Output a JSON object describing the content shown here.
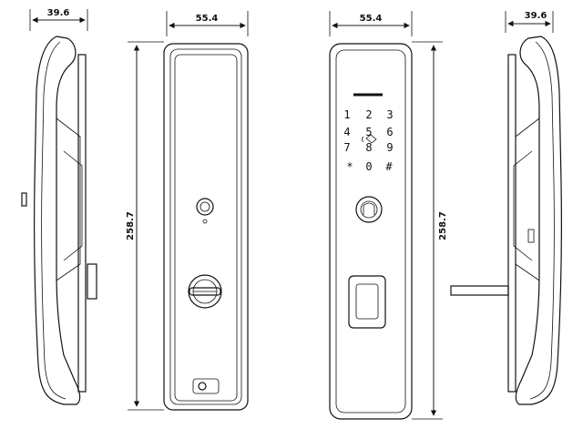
{
  "dimensions": {
    "left_side_depth": "39.6",
    "back_width": "55.4",
    "back_height": "258.7",
    "front_width": "55.4",
    "front_height": "258.7",
    "right_side_depth": "39.6"
  },
  "keypad": {
    "keys": [
      "1",
      "2",
      "3",
      "4",
      "5",
      "6",
      "7",
      "8",
      "9",
      "*",
      "0",
      "#"
    ]
  }
}
